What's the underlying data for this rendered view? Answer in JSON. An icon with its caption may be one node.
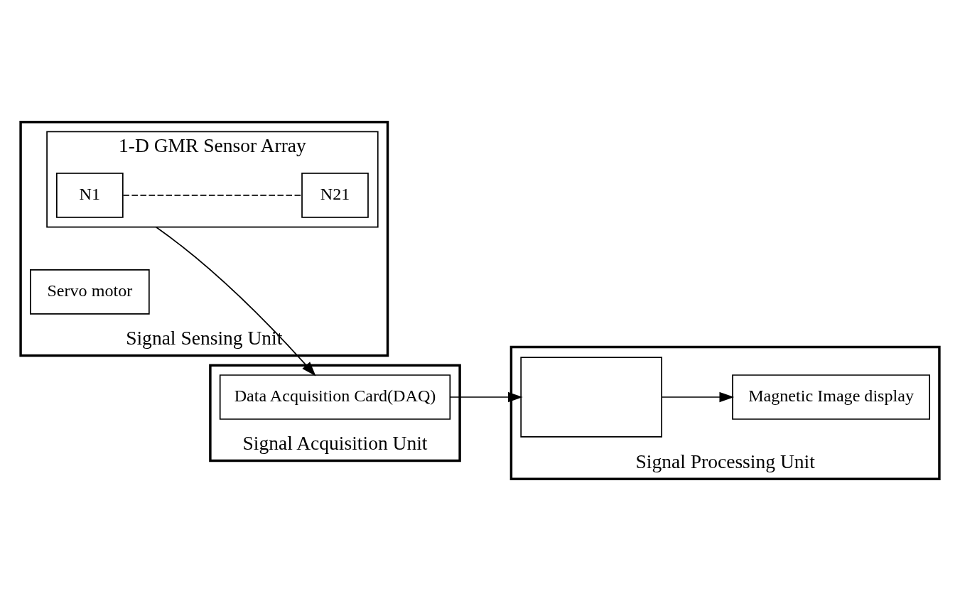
{
  "diagram": {
    "nodes": [
      {
        "text": [
          "Signal Sensing Unit"
        ]
      },
      {
        "text": [
          "1-D GMR Sensor Array"
        ],
        "in": 0
      },
      {
        "text": [
          "N1"
        ],
        "in": 1
      },
      {
        "text": [
          "N21"
        ],
        "in": 1
      },
      {
        "text": [
          "Servo motor"
        ],
        "in": 0
      },
      {
        "text": [
          "Signal Acquisition Unit"
        ]
      },
      {
        "text": [
          "Data Acquisition Card(DAQ)"
        ],
        "in": 5
      },
      {
        "text": [
          "Signal Processing Unit"
        ]
      },
      {
        "text": [
          "Magnetic Image display"
        ],
        "in": 7
      },
      {
        "text": [],
        "shape": "box",
        "in": 7
      }
    ],
    "edges": [
      {
        "from": 2,
        "to": 3,
        "arrow": "none",
        "style": "dashed"
      },
      {
        "from": 1,
        "to": 6,
        "arrow": "to"
      },
      {
        "from": 6,
        "to": 9,
        "arrow": "to"
      },
      {
        "from": 9,
        "to": 8,
        "arrow": "to"
      }
    ]
  }
}
